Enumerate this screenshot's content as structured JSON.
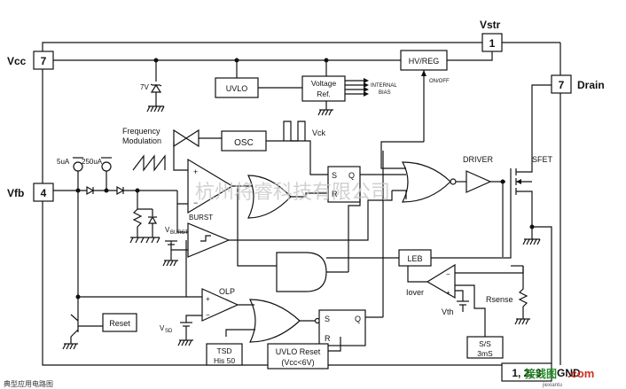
{
  "pins": {
    "vstr": {
      "num": "1",
      "name": "Vstr"
    },
    "vcc": {
      "num": "7",
      "name": "Vcc"
    },
    "drain": {
      "num": "7",
      "name": "Drain"
    },
    "vfb": {
      "num": "4",
      "name": "Vfb"
    },
    "gnd": {
      "num": "1, 2, 3",
      "name": "GND"
    }
  },
  "blocks": {
    "hvreg": "HV/REG",
    "uvlo": "UVLO",
    "vref_line1": "Voltage",
    "vref_line2": "Ref.",
    "osc": "OSC",
    "leb": "LEB",
    "reset": "Reset",
    "tsd_line1": "TSD",
    "tsd_line2": "His 50",
    "uvlo_reset_line1": "UVLO Reset",
    "uvlo_reset_line2": "(Vcc<6V)",
    "ss_line1": "S/S",
    "ss_line2": "3mS",
    "ff_top_s": "S",
    "ff_top_q": "Q",
    "ff_top_r": "R",
    "ff_bot_s": "S",
    "ff_bot_q": "Q",
    "ff_bot_r": "R"
  },
  "labels": {
    "zener_7v": "7V",
    "internal": "INTERNAL",
    "bias": "BIAS",
    "onoff": "ON/OFF",
    "freq_mod_line1": "Frequency",
    "freq_mod_line2": "Modulation",
    "vck": "Vck",
    "driver": "DRIVER",
    "sfet": "SFET",
    "i5ua": "5uA",
    "i250ua": "250uA",
    "burst": "BURST",
    "vburst_v": "V",
    "vburst_sub": "BURST",
    "olp": "OLP",
    "vsd_v": "V",
    "vsd_sub": "SD",
    "iover": "Iover",
    "vth": "Vth",
    "rsense": "Rsense",
    "plus": "+",
    "minus": "−"
  },
  "watermark": "杭州将睿科技有限公司",
  "footer_left": "典型应用电路图",
  "logo_text": "接线图",
  "logo_domain": ".com",
  "logo_sub": "jiexiantu"
}
